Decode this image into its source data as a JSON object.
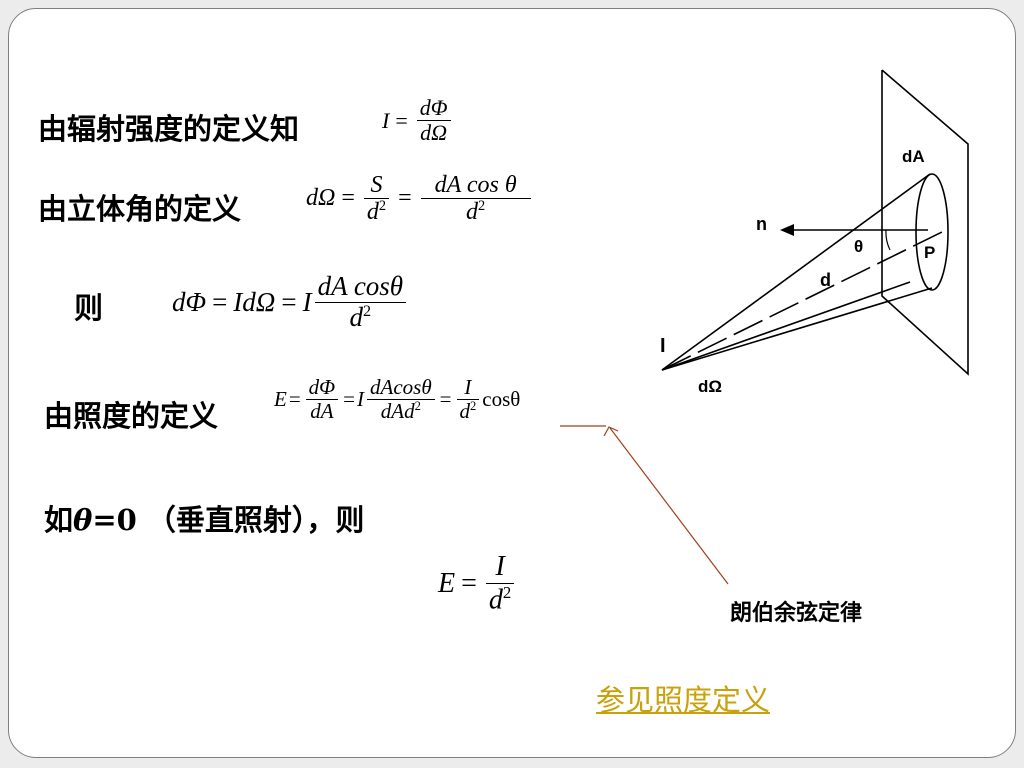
{
  "lines": {
    "line1": "由辐射强度的定义知",
    "line2": "由立体角的定义",
    "line3": "则",
    "line4": "由照度的定义",
    "line5_pre": "如",
    "line5_theta": "θ",
    "line5_post": "=0 （垂直照射），则"
  },
  "equations": {
    "eq1": {
      "lhs": "I",
      "eq": "=",
      "num": "dΦ",
      "den": "dΩ"
    },
    "eq2": {
      "lhs": "dΩ",
      "eq": "=",
      "num1": "S",
      "den1": "d",
      "exp": "2",
      "num2": "dA cos θ",
      "den2": "d"
    },
    "eq3": {
      "lhs": "dΦ",
      "eq": "=",
      "mid": "IdΩ",
      "factor": "I",
      "num": "dA cosθ",
      "den": "d",
      "exp": "2"
    },
    "eq4": {
      "lhs": "E",
      "eq": "=",
      "num1": "dΦ",
      "den1": "dA",
      "factor": "I",
      "num2": "dAcosθ",
      "den2": "dAd",
      "num3": "I",
      "den3": "d",
      "exp": "2",
      "tail": "cosθ"
    },
    "eq5": {
      "lhs": "E",
      "eq": "=",
      "num": "I",
      "den": "d",
      "exp": "2"
    }
  },
  "annotation": "朗伯余弦定律",
  "link": "参见照度定义",
  "diagram": {
    "labels": {
      "dA": "dA",
      "n": "n",
      "theta": "θ",
      "P": "P",
      "d": "d",
      "I": "I",
      "dOmega": "dΩ"
    }
  },
  "colors": {
    "arrow": "#a0401a",
    "link": "#c9a10a",
    "border": "#7f7f7f"
  }
}
